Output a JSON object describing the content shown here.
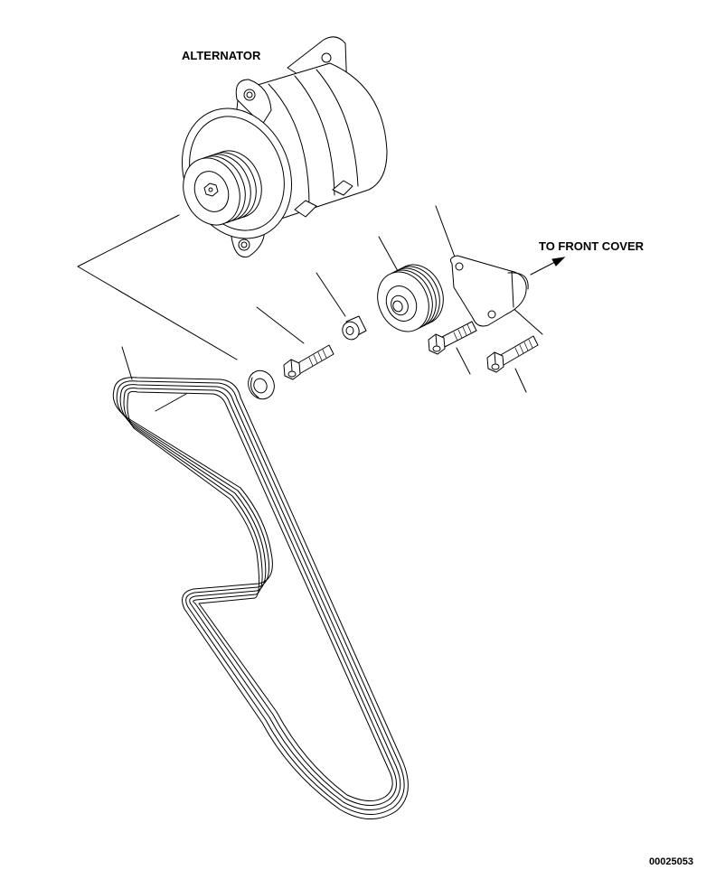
{
  "labels": {
    "alternator": "ALTERNATOR",
    "front_cover": "TO FRONT COVER",
    "drawing_number": "00025053"
  },
  "colors": {
    "line": "#000000",
    "background": "#ffffff"
  }
}
